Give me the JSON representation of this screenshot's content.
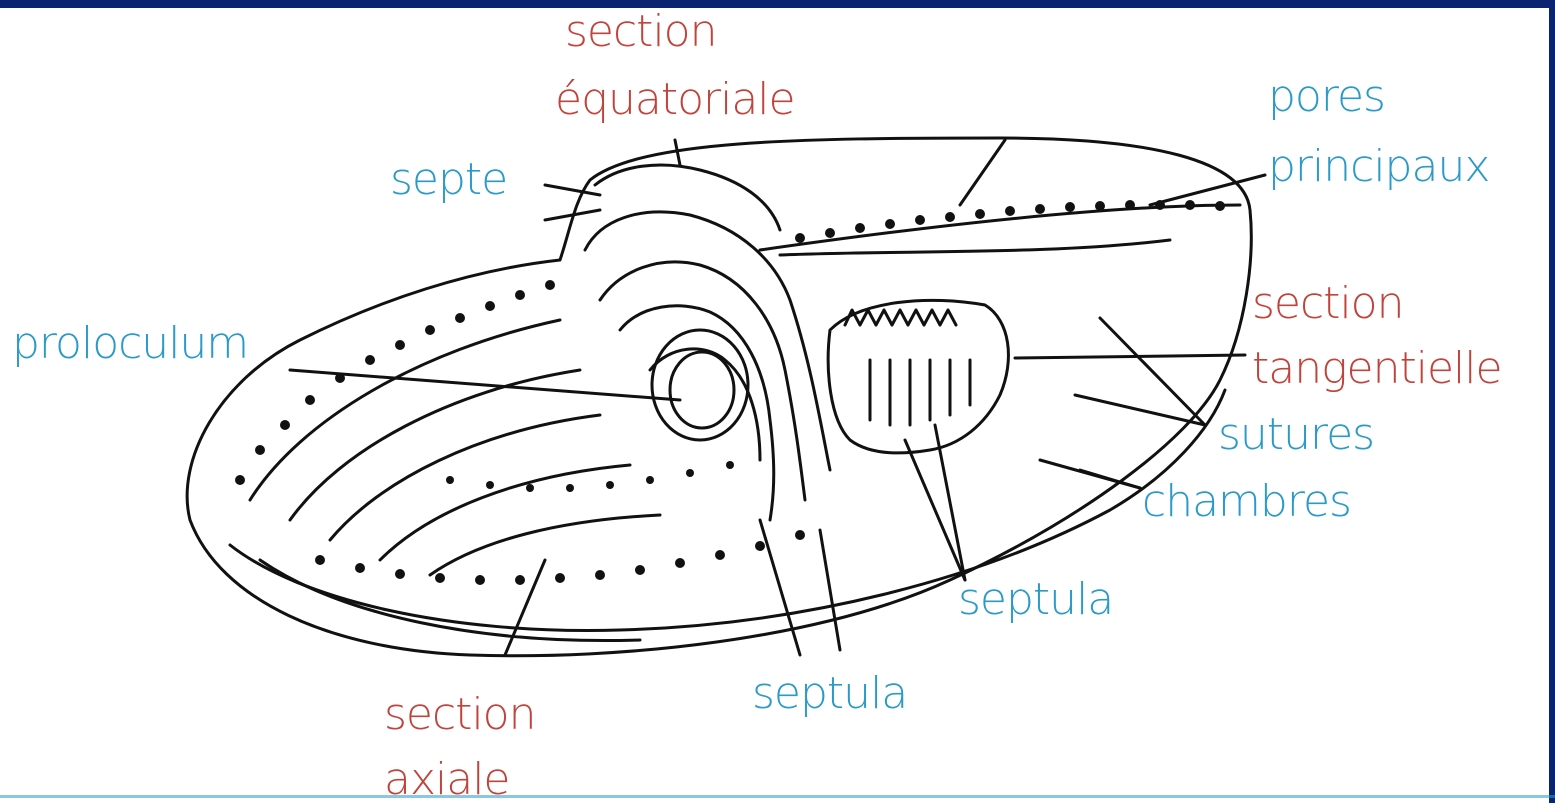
{
  "colors": {
    "frame": "#0a2472",
    "label_red": "#c0443b",
    "label_blue": "#2a9ac8",
    "drawing": "#111111",
    "background": "#ffffff"
  },
  "labels": {
    "section_equatoriale_1": "section",
    "section_equatoriale_2": "équatoriale",
    "septe": "septe",
    "pores_1": "pores",
    "pores_2": "principaux",
    "proloculum": "proloculum",
    "section_tangentielle_1": "section",
    "section_tangentielle_2": "tangentielle",
    "sutures": "sutures",
    "chambres": "chambres",
    "septula_right": "septula",
    "septula_bottom": "septula",
    "section_axiale_1": "section",
    "section_axiale_2": "axiale"
  }
}
